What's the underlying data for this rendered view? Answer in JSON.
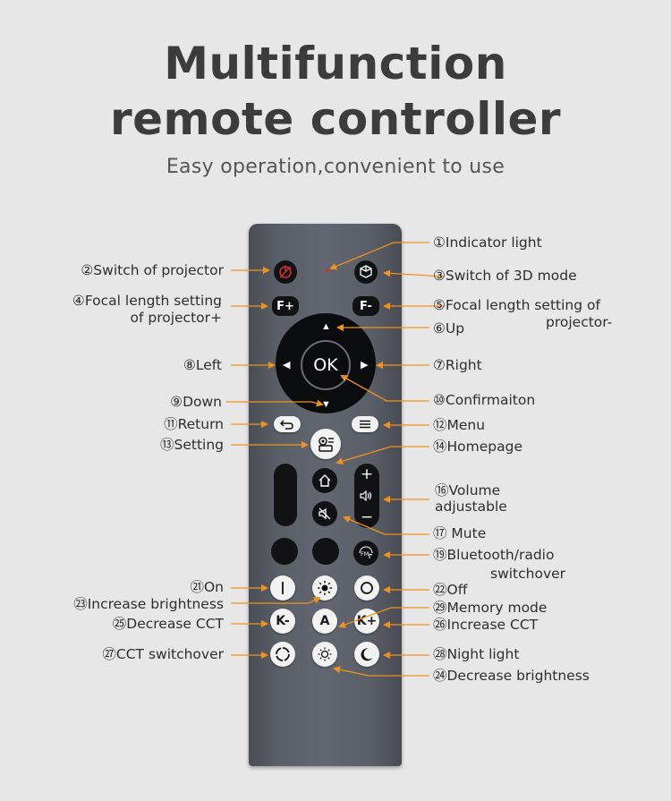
{
  "title": {
    "line1": "Multifunction",
    "line2": "remote controller"
  },
  "subtitle": "Easy operation,convenient to use",
  "buttons": {
    "f_plus": "F+",
    "f_minus": "F-",
    "ok": "OK",
    "k_minus": "K-",
    "a": "A",
    "k_plus": "K+",
    "vol_plus": "+",
    "vol_minus": "−"
  },
  "labels": {
    "l1": "①Indicator light",
    "l2": "②Switch of projector",
    "l3": "③Switch of 3D mode",
    "l4a": "④Focal length setting",
    "l4b": "of projector+",
    "l5a": "⑤Focal length setting of",
    "l5b": "projector-",
    "l6": "⑥Up",
    "l7": "⑦Right",
    "l8": "⑧Left",
    "l9": "⑨Down",
    "l10": "⑩Confirmaiton",
    "l11": "⑪Return",
    "l12": "⑫Menu",
    "l13": "⑬Setting",
    "l14": "⑭Homepage",
    "l16a": "⑯Volume",
    "l16b": "adjustable",
    "l17": "⑰ Mute",
    "l19a": "⑲Bluetooth/radio",
    "l19b": "switchover",
    "l21": "㉑On",
    "l22": "㉒Off",
    "l23": "㉓Increase brightness",
    "l29": "㉙Memory mode",
    "l25": "㉕Decrease CCT",
    "l26": "㉖Increase CCT",
    "l27": "㉗CCT switchover",
    "l28": "㉘Night light",
    "l24": "㉔Decrease brightness"
  },
  "colors": {
    "accent": "#f0921e",
    "power_red": "#d0312d",
    "background": "#e7e7e7"
  },
  "icons": [
    "power-icon",
    "3d-mode-icon",
    "setting-icon",
    "return-icon",
    "menu-icon",
    "home-icon",
    "mute-icon",
    "fm-bluetooth-icon",
    "on-icon",
    "off-icon",
    "brightness-up-icon",
    "brightness-down-icon",
    "cct-switch-icon",
    "night-light-icon",
    "volume-icon"
  ]
}
